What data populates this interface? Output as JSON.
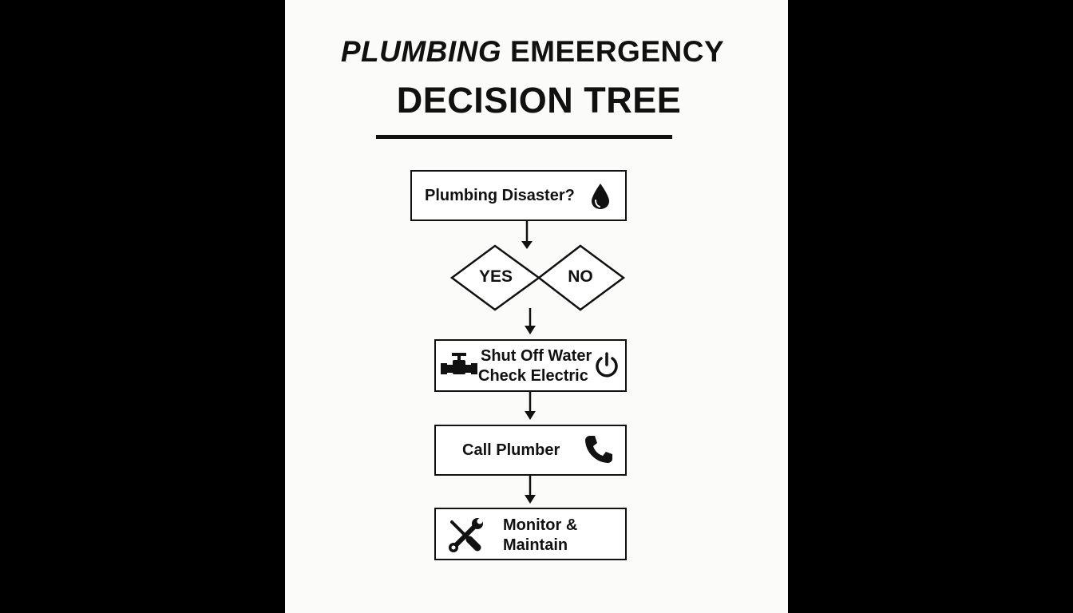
{
  "title": {
    "line1_italic": "PLUMBING",
    "line1_rest": " EMEERGENCY",
    "line2": "DECISION TREE"
  },
  "flow": {
    "start": {
      "label": "Plumbing Disaster?",
      "icon": "water-drop-icon"
    },
    "decision": {
      "yes": "YES",
      "no": "NO"
    },
    "step1": {
      "line1": "Shut Off Water",
      "line2": "Check Electric",
      "icons": [
        "water-valve-icon",
        "power-icon"
      ]
    },
    "step2": {
      "label": "Call Plumber",
      "icon": "phone-icon"
    },
    "step3": {
      "line1": "Monitor &",
      "line2": "Maintain",
      "icon": "wrench-screwdriver-icon"
    }
  },
  "colors": {
    "background": "#000000",
    "canvas": "#fbfbfa",
    "ink": "#111111"
  }
}
